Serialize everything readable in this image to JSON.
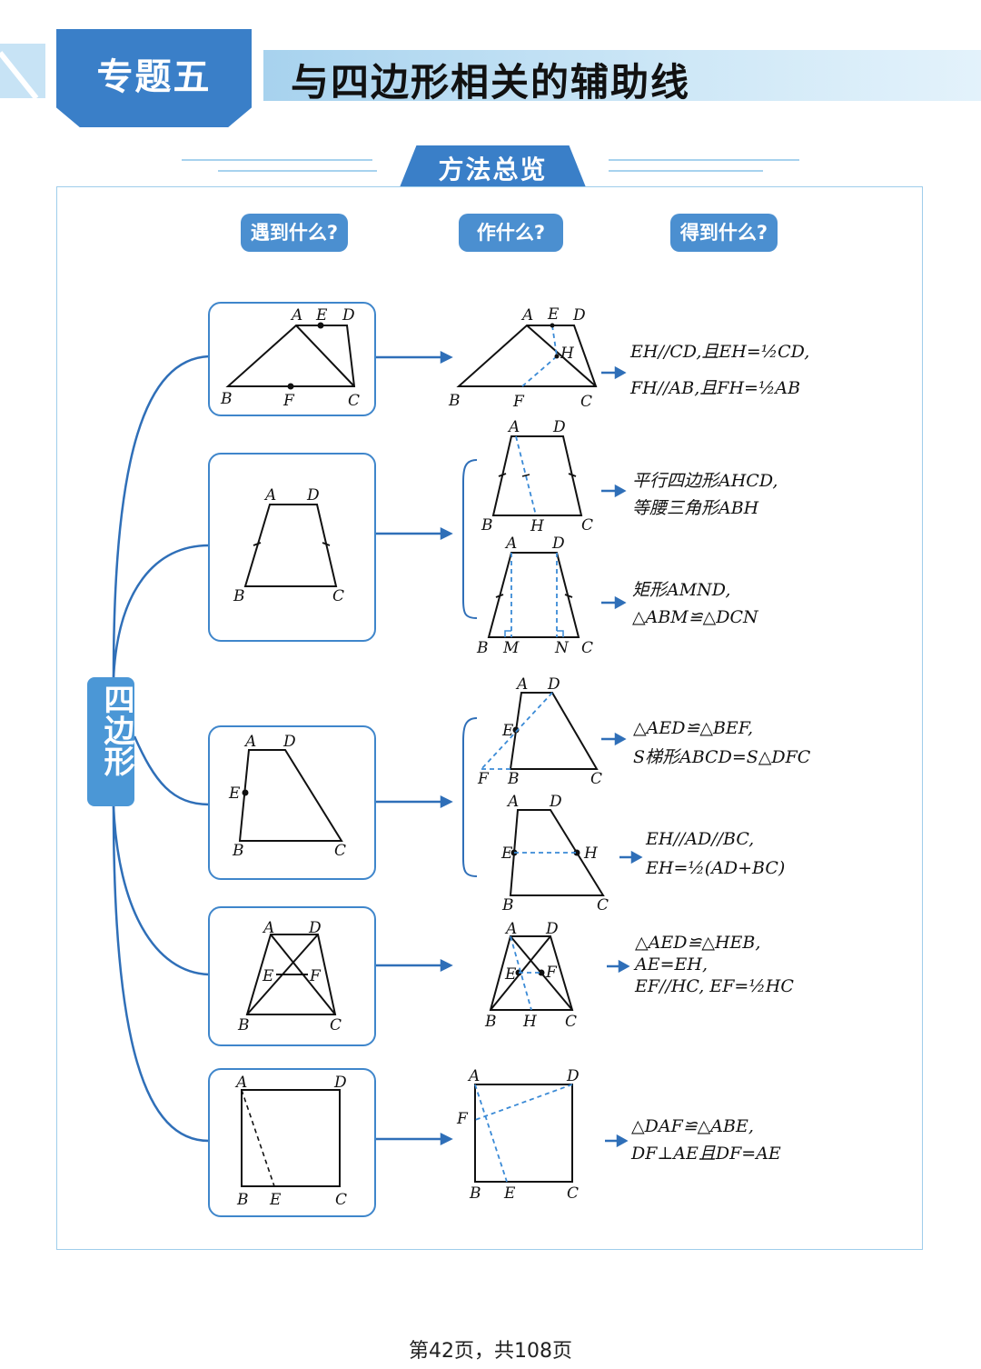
{
  "header": {
    "topic_label": "专题五",
    "title": "与四边形相关的辅助线"
  },
  "section": {
    "title": "方法总览"
  },
  "columns": {
    "encounter": "遇到什么?",
    "construct": "作什么?",
    "obtain": "得到什么?"
  },
  "root_label": "四边形",
  "rows": [
    {
      "given_labels": [
        "A",
        "E",
        "D",
        "B",
        "F",
        "C"
      ],
      "construct_labels": [
        "A",
        "E",
        "D",
        "H",
        "B",
        "F",
        "C"
      ],
      "results": [
        "EH//CD,且EH=½CD,",
        "FH//AB,且FH=½AB"
      ]
    },
    {
      "given_labels": [
        "A",
        "D",
        "B",
        "C"
      ],
      "construct_a_labels": [
        "A",
        "D",
        "B",
        "H",
        "C"
      ],
      "results_a": [
        "平行四边形AHCD,",
        "等腰三角形ABH"
      ],
      "construct_b_labels": [
        "A",
        "D",
        "B",
        "M",
        "N",
        "C"
      ],
      "results_b": [
        "矩形AMND,",
        "△ABM≌△DCN"
      ]
    },
    {
      "given_labels": [
        "A",
        "D",
        "E",
        "B",
        "C"
      ],
      "construct_a_labels": [
        "A",
        "D",
        "E",
        "F",
        "B",
        "C"
      ],
      "results_a": [
        "△AED≌△BEF,",
        "S梯形ABCD=S△DFC"
      ],
      "construct_b_labels": [
        "A",
        "D",
        "E",
        "H",
        "B",
        "C"
      ],
      "results_b": [
        "EH//AD//BC,",
        "EH=½(AD+BC)"
      ]
    },
    {
      "given_labels": [
        "A",
        "D",
        "E",
        "F",
        "B",
        "C"
      ],
      "construct_labels": [
        "A",
        "D",
        "E",
        "F",
        "B",
        "H",
        "C"
      ],
      "results": [
        "△AED≌△HEB,",
        "AE=EH,",
        "EF//HC, EF=½HC"
      ]
    },
    {
      "given_labels": [
        "A",
        "D",
        "B",
        "E",
        "C"
      ],
      "construct_labels": [
        "A",
        "D",
        "F",
        "B",
        "E",
        "C"
      ],
      "results": [
        "△DAF≌△ABE,",
        "DF⊥AE且DF=AE"
      ]
    }
  ],
  "footer": "第42页，共108页",
  "colors": {
    "primary": "#3a7fc8",
    "line": "#2f6fb8",
    "dashed": "#3a8ad6",
    "light": "#a7d2ee"
  }
}
